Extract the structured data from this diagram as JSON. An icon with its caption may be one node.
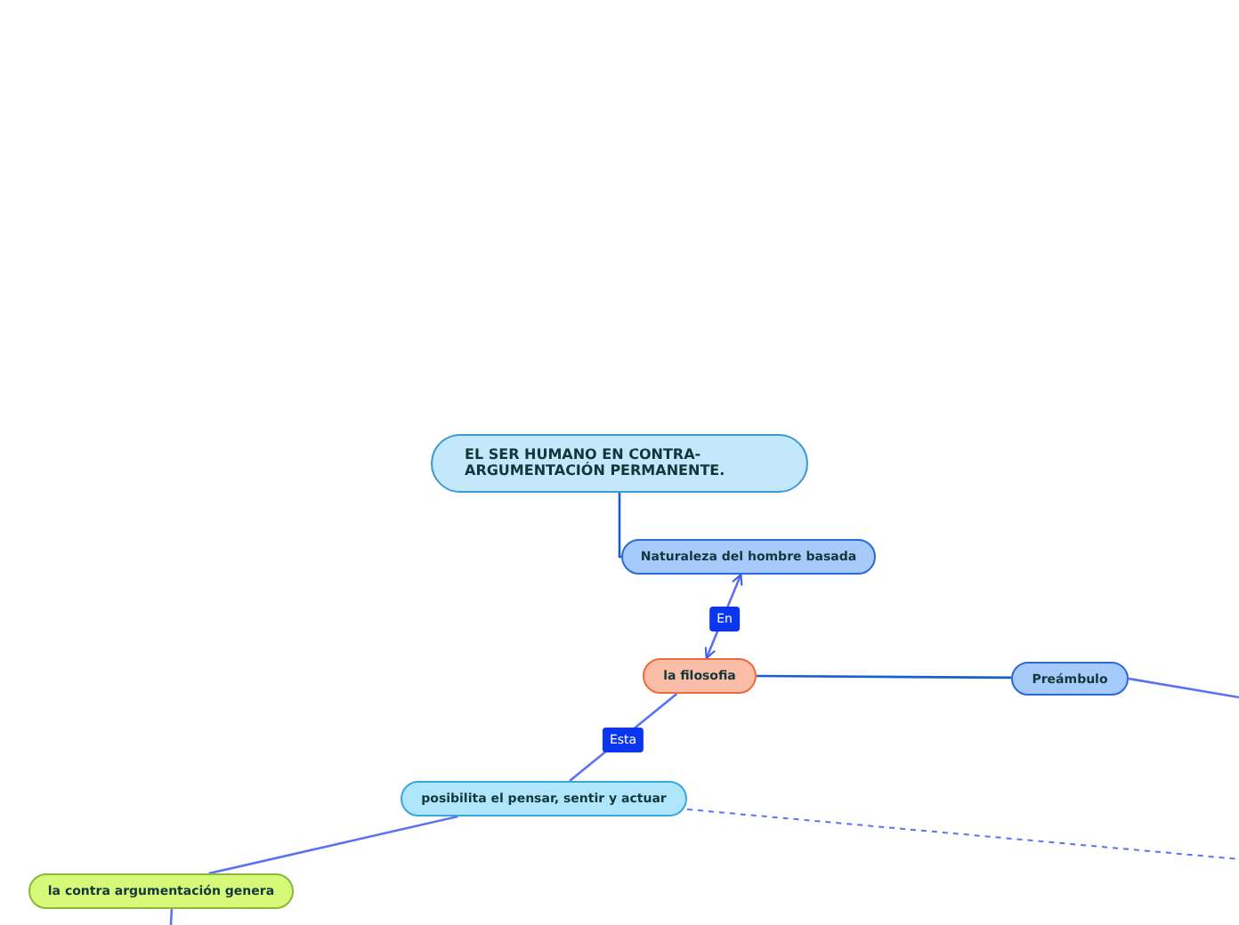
{
  "diagram": {
    "nodes": [
      {
        "text": [
          "EL SER HUMANO EN  CONTRA-ARGUMENTACIÓN PERMANENTE."
        ]
      },
      {
        "text": [
          "Naturaleza del hombre basada"
        ]
      },
      {
        "text": [
          "la filosofia"
        ]
      },
      {
        "text": [
          "Preámbulo"
        ]
      },
      {
        "text": [
          "posibilita el pensar, sentir y actuar"
        ]
      },
      {
        "text": [
          "la contra argumentación genera"
        ]
      }
    ],
    "edges": [
      {
        "from": 0,
        "to": 1,
        "arrow": "none",
        "color": "#1a5fd0"
      },
      {
        "from": 1,
        "to": 2,
        "arrow": "both",
        "label": "En"
      },
      {
        "from": 2,
        "to": 3,
        "arrow": "none",
        "color": "#1a5fd0"
      },
      {
        "from": 3,
        "to": null,
        "arrow": "none"
      },
      {
        "from": 2,
        "to": 4,
        "arrow": "none",
        "label": "Esta"
      },
      {
        "from": 4,
        "to": null,
        "arrow": "none",
        "style": "dashed"
      },
      {
        "from": 4,
        "to": 5,
        "arrow": "none"
      },
      {
        "from": 5,
        "to": null,
        "arrow": "none"
      }
    ]
  }
}
